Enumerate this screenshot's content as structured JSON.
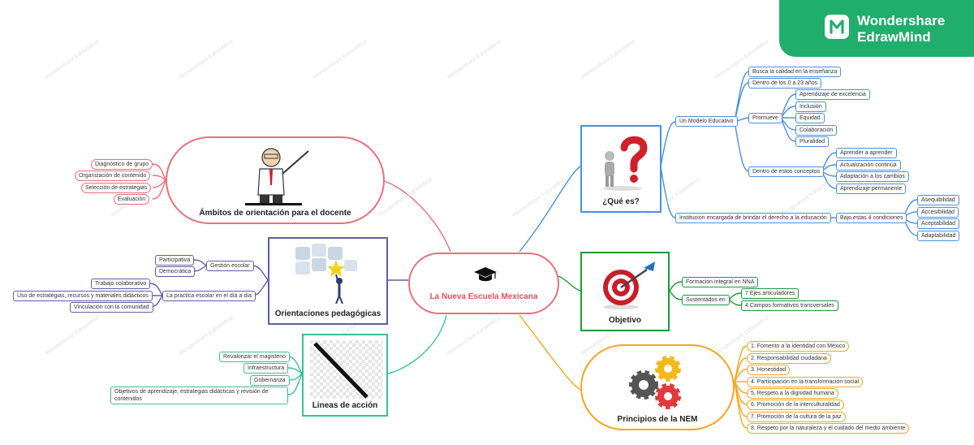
{
  "brand": {
    "line1": "Wondershare",
    "line2": "EdrawMind",
    "logo_icon": "edrawmind-logo-icon"
  },
  "watermark": {
    "line1": "Wondershare",
    "line2": "EdrawMind"
  },
  "colors": {
    "blue": "#4a90e2",
    "green": "#1a9b3a",
    "orange": "#f5a623",
    "purple": "#5d5fa8",
    "teal": "#3bbf9a",
    "pink": "#e8707a",
    "brand": "#1fae6b"
  },
  "central": {
    "title": "La Nueva Escuela Mexicana",
    "icon": "graduation-cap-icon"
  },
  "que_es": {
    "title": "¿Qué es?",
    "icon": "question-mark-person-icon",
    "modelo": {
      "label": "Un Modelo Educativo",
      "items": [
        "Busca la calidad en la enseñanza",
        "Dentro de los 0 a 23 años"
      ],
      "promueve": {
        "label": "Promueve",
        "items": [
          "Aprendizaje de excelencia",
          "Inclusión",
          "Equidad",
          "Colaboración",
          "Pluralidad"
        ]
      },
      "conceptos": {
        "label": "Dentro de estos conceptos",
        "items": [
          "Aprender a aprender",
          "Actualización continúa",
          "Adaptación a los cambios",
          "Aprendizaje permanente"
        ]
      }
    },
    "institucion": {
      "label": "Institución encargada de brindar el derecho a la educación",
      "condiciones": {
        "label": "Bajo estas 4 condiciones",
        "items": [
          "Asequibilidad",
          "Accesibilidad",
          "Aceptabilidad",
          "Adaptabilidad"
        ]
      }
    }
  },
  "objetivo": {
    "title": "Objetivo",
    "icon": "target-dart-icon",
    "formacion": "Formación integral en NNA",
    "sustentados": {
      "label": "Sustentados en",
      "items": [
        "7 Ejes articuladores",
        "4 Campos formativos transversales"
      ]
    }
  },
  "principios": {
    "title": "Principios de la NEM",
    "icon": "gears-icon",
    "items": [
      "1. Fomento a la identidad con México",
      "2. Responsabilidad ciudadana",
      "3. Honestidad",
      "4. Participación en la transformación social",
      "5. Respeto a la dignidad humana",
      "6. Promoción de la interculturalidad",
      "7. Promoción de la cultura de la paz",
      "8. Respeto por la naturaleza y el cuidado del medio ambiente"
    ]
  },
  "ambitos": {
    "title": "Ámbitos de orientación para el docente",
    "icon": "teacher-pointer-icon",
    "items": [
      "Diagnóstico de grupo",
      "Organización de contenido",
      "Selección de estrategias",
      "Evaluación"
    ]
  },
  "orientaciones": {
    "title": "Orientaciones pedagógicas",
    "icon": "puzzle-person-icon",
    "gestion": {
      "label": "Gestión escolar",
      "items": [
        "Participativa",
        "Democrática"
      ]
    },
    "practica": {
      "label": "La practica escolar en el día a día",
      "items": [
        "Trabajo colaborativo",
        "Uso de estrategias, recursos y materiales didácticos",
        "Vinculación con la comunidad"
      ]
    }
  },
  "lineas": {
    "title": "Lineas de acción",
    "icon": "missing-image-icon",
    "items": [
      "Revalorizar el magisterio",
      "Infraestructura",
      "Gobernanza",
      "Objetivos de aprendizaje, estrategias didácticas y revisión de contenidos"
    ]
  }
}
